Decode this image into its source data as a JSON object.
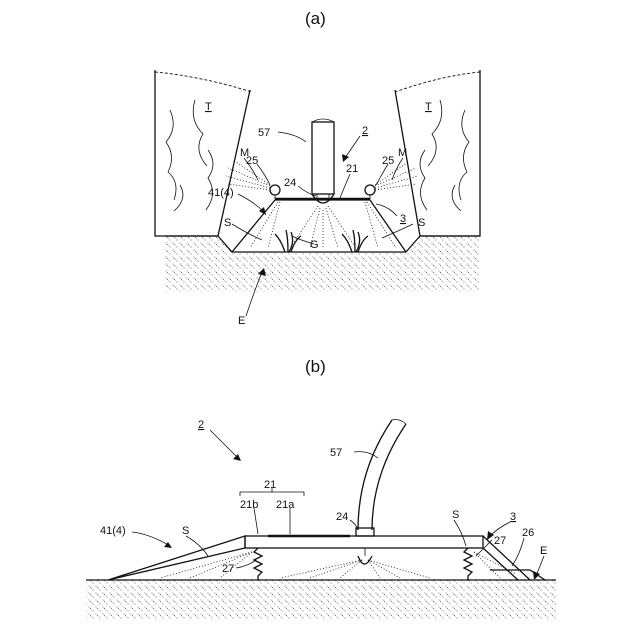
{
  "panel_a": {
    "caption": "(a)",
    "labels": {
      "T_left": "T",
      "T_right": "T",
      "n57": "57",
      "n2": "2",
      "M_left": "M",
      "M_right": "M",
      "n25_left": "25",
      "n25_right": "25",
      "n21": "21",
      "n24": "24",
      "n41": "41(4)",
      "n3": "3",
      "S_left": "S",
      "S_right": "S",
      "G": "G",
      "E": "E"
    }
  },
  "panel_b": {
    "caption": "(b)",
    "labels": {
      "n2": "2",
      "n57": "57",
      "n21": "21",
      "n21b": "21b",
      "n21a": "21a",
      "n24": "24",
      "n41": "41(4)",
      "S_left": "S",
      "S_right": "S",
      "n3": "3",
      "n27_left": "27",
      "n27_right": "27",
      "n26": "26",
      "E": "E"
    }
  }
}
